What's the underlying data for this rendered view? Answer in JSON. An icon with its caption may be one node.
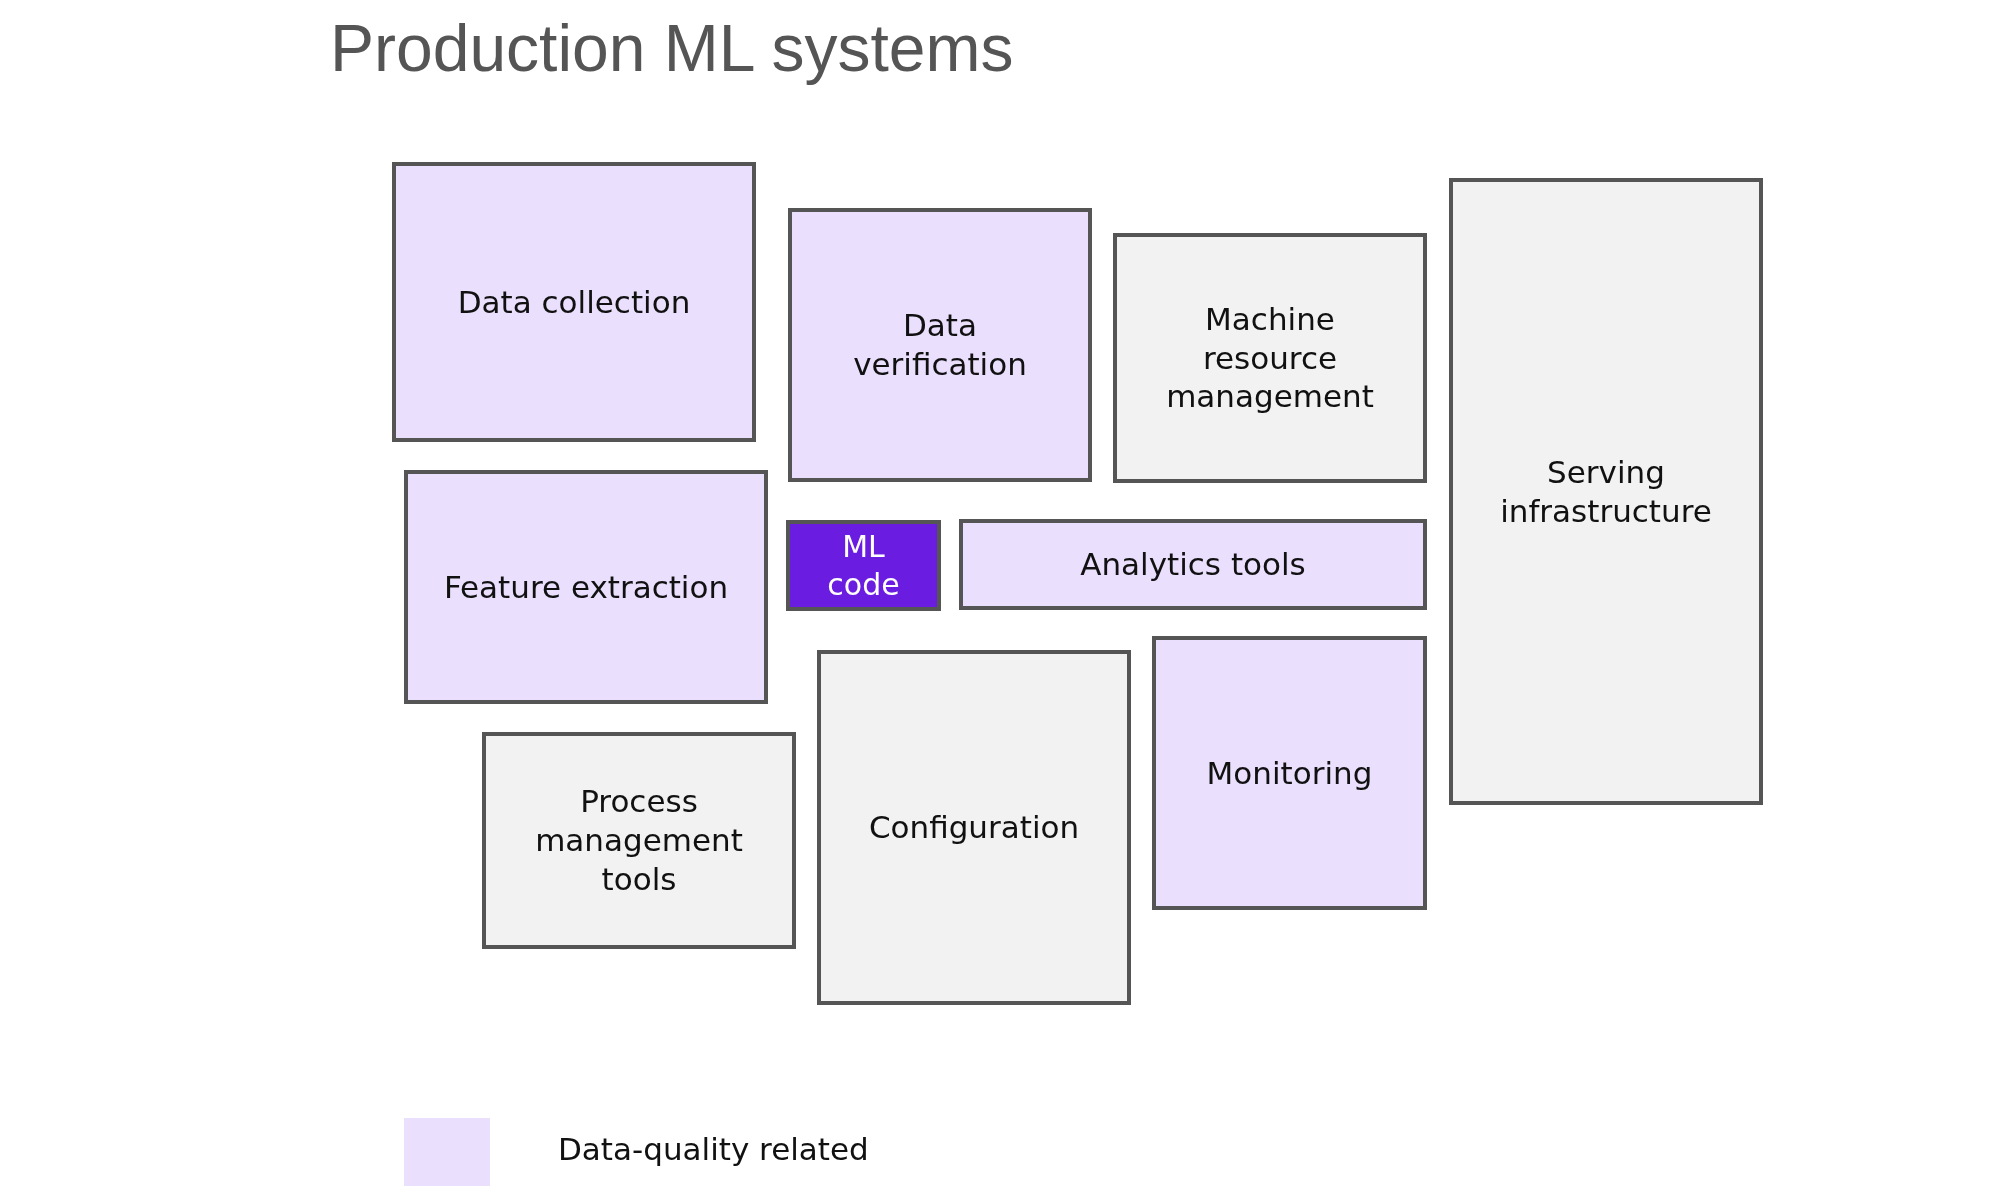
{
  "diagram": {
    "title": "Production ML systems",
    "nodes": [
      {
        "text": [
          "Data collection"
        ]
      },
      {
        "text": [
          "Data verification"
        ]
      },
      {
        "text": [
          "Machine resource management"
        ]
      },
      {
        "text": [
          "Serving infrastructure"
        ]
      },
      {
        "text": [
          "Feature extraction"
        ]
      },
      {
        "text": [
          "ML code"
        ]
      },
      {
        "text": [
          "Analytics tools"
        ]
      },
      {
        "text": [
          "Process management tools"
        ]
      },
      {
        "text": [
          "Configuration"
        ]
      },
      {
        "text": [
          "Monitoring"
        ]
      }
    ],
    "legend": [
      {
        "text": "Data-quality related",
        "color": "#ebdffe"
      }
    ]
  }
}
